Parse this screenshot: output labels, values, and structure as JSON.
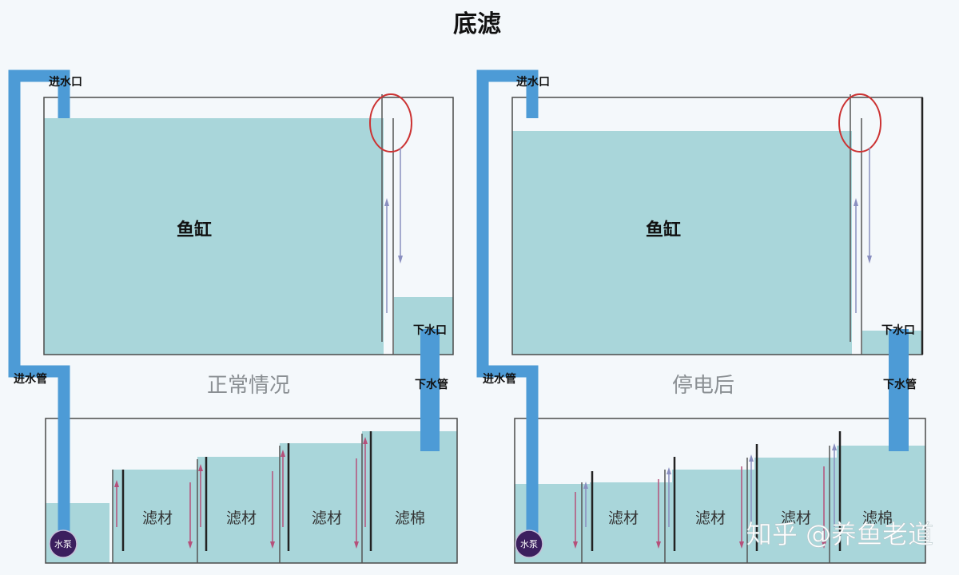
{
  "title": "底滤",
  "colors": {
    "water": "#a9d6da",
    "pipe": "#4d9bd6",
    "outline": "#4a4a4a",
    "red": "#cc3333",
    "pump": "#3b1f5e"
  },
  "panels": [
    {
      "caption": "正常情况",
      "tank_label": "鱼缸",
      "inlet_label": "进水口",
      "outlet_label": "下水口",
      "inlet_pipe_label": "进水管",
      "drain_pipe_label": "下水管",
      "pump_label": "水泵",
      "sump_labels": [
        "滤材",
        "滤材",
        "滤材",
        "滤棉"
      ]
    },
    {
      "caption": "停电后",
      "tank_label": "鱼缸",
      "inlet_label": "进水口",
      "outlet_label": "下水口",
      "inlet_pipe_label": "进水管",
      "drain_pipe_label": "下水管",
      "pump_label": "水泵",
      "sump_labels": [
        "滤材",
        "滤材",
        "滤材",
        "滤棉"
      ]
    }
  ],
  "watermark": "知乎 @养鱼老道"
}
